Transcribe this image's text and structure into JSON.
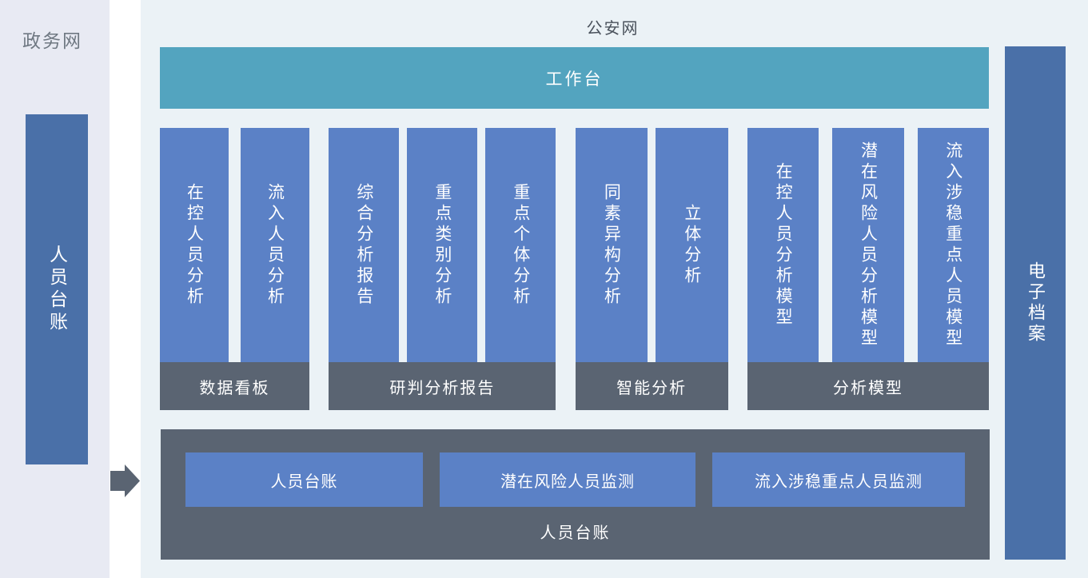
{
  "colors": {
    "canvas_bg": "#ffffff",
    "left_panel_bg": "#e8eaf3",
    "main_panel_bg": "#ebf2f6",
    "module_blue": "#5b81c6",
    "side_bar_blue": "#4a70a8",
    "workbench_teal": "#53a4bf",
    "slate_gray": "#5a6472",
    "title_text": "#4a525c",
    "left_title_text": "#6f7882",
    "bar_text": "#ffffff"
  },
  "left_panel": {
    "label": "政务网",
    "bar_label": "人员台账"
  },
  "arrow": {
    "icon": "right-arrow"
  },
  "main": {
    "title": "公安网",
    "workbench_label": "工作台",
    "groups": [
      {
        "footer": "数据看板",
        "bars": [
          "在控人员分析",
          "流入人员分析"
        ]
      },
      {
        "footer": "研判分析报告",
        "bars": [
          "综合分析报告",
          "重点类别分析",
          "重点个体分析"
        ]
      },
      {
        "footer": "智能分析",
        "bars": [
          "同素异构分析",
          "立体分析"
        ]
      },
      {
        "footer": "分析模型",
        "bars": [
          "在控人员分析模型",
          "潜在风险人员分析模型",
          "流入涉稳重点人员模型"
        ]
      }
    ],
    "bottom_box": {
      "label": "人员台账",
      "buttons": [
        "人员台账",
        "潜在风险人员监测",
        "流入涉稳重点人员监测"
      ]
    },
    "right_bar_label": "电子档案"
  }
}
